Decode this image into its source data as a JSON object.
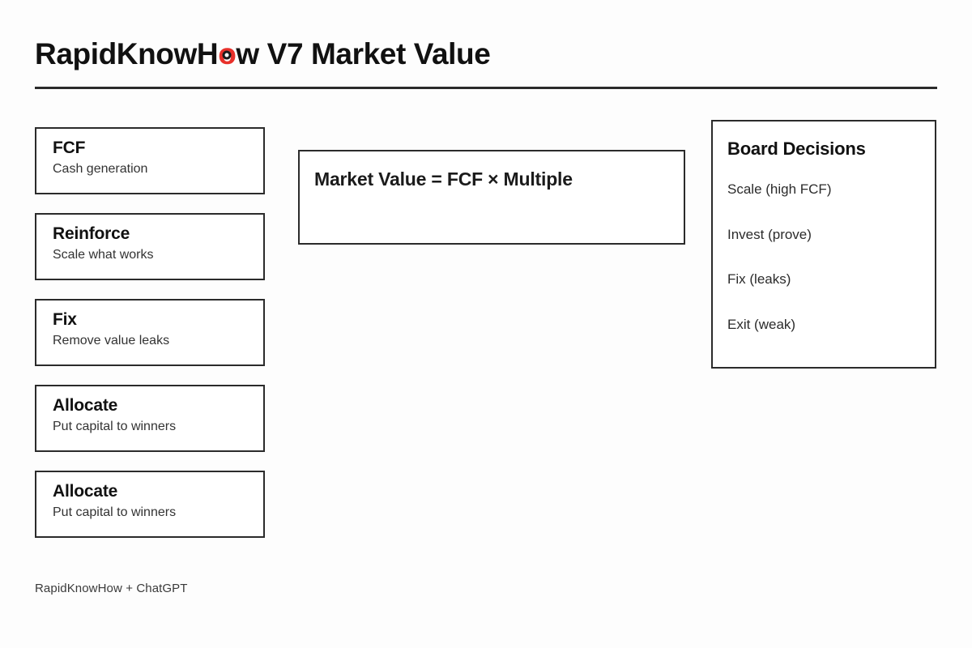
{
  "slide": {
    "title_before_logo": "RapidKnowH",
    "logo_letter": "o",
    "title_after_logo": "w V7 Market Value",
    "full_title": "RapidKnowHow V7 Market Value",
    "accent_color": "#e8302a",
    "border_color": "#2b2b2b",
    "background_color": "#fdfdfd"
  },
  "cards": [
    {
      "title": "FCF",
      "subtitle": "Cash generation"
    },
    {
      "title": "Reinforce",
      "subtitle": "Scale what works"
    },
    {
      "title": "Fix",
      "subtitle": "Remove value leaks"
    },
    {
      "title": "Allocate",
      "subtitle": "Put capital to winners"
    },
    {
      "title": "Allocate",
      "subtitle": "Put capital to winners"
    }
  ],
  "formula": {
    "text": "Market Value = FCF × Multiple"
  },
  "board": {
    "title": "Board Decisions",
    "items": [
      "Scale (high FCF)",
      "Invest (prove)",
      "Fix (leaks)",
      "Exit (weak)"
    ]
  },
  "footer": {
    "text": "RapidKnowHow + ChatGPT"
  }
}
